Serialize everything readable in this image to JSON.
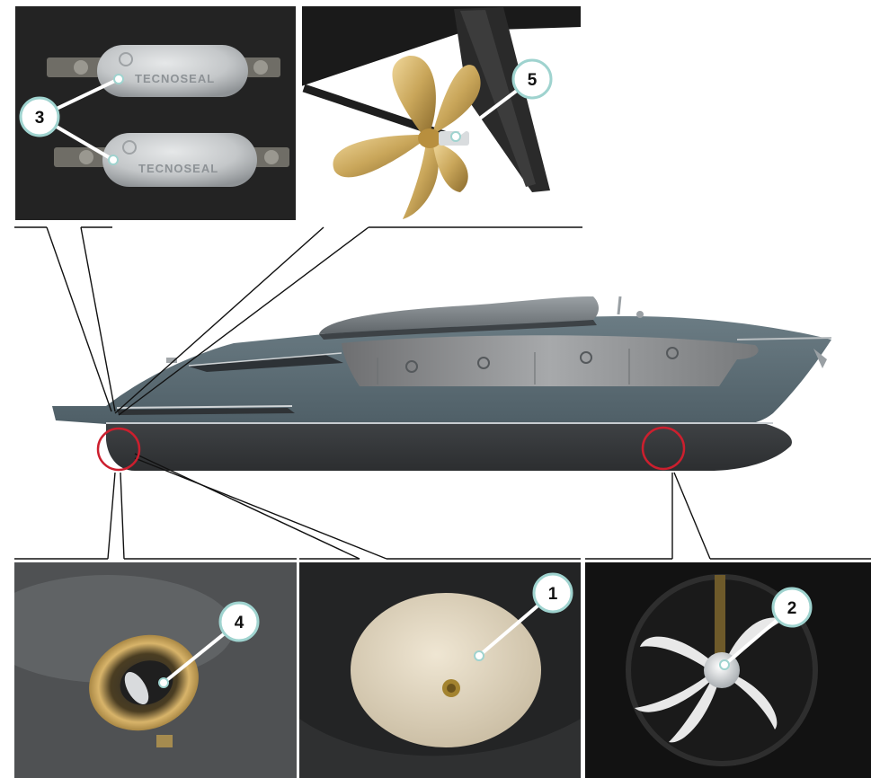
{
  "callouts": [
    {
      "id": "1",
      "label": "1"
    },
    {
      "id": "2",
      "label": "2"
    },
    {
      "id": "3",
      "label": "3"
    },
    {
      "id": "4",
      "label": "4"
    },
    {
      "id": "5",
      "label": "5"
    }
  ],
  "anode_brand": "TECNOSEAL",
  "colors": {
    "hull_upper": "#5a6b73",
    "hull_lower": "#3a3d40",
    "callout_ring": "#9fd3cf",
    "highlight_circle": "#cc1f2e",
    "propeller": "#c9a65a",
    "zinc": "#c4c7c9"
  }
}
